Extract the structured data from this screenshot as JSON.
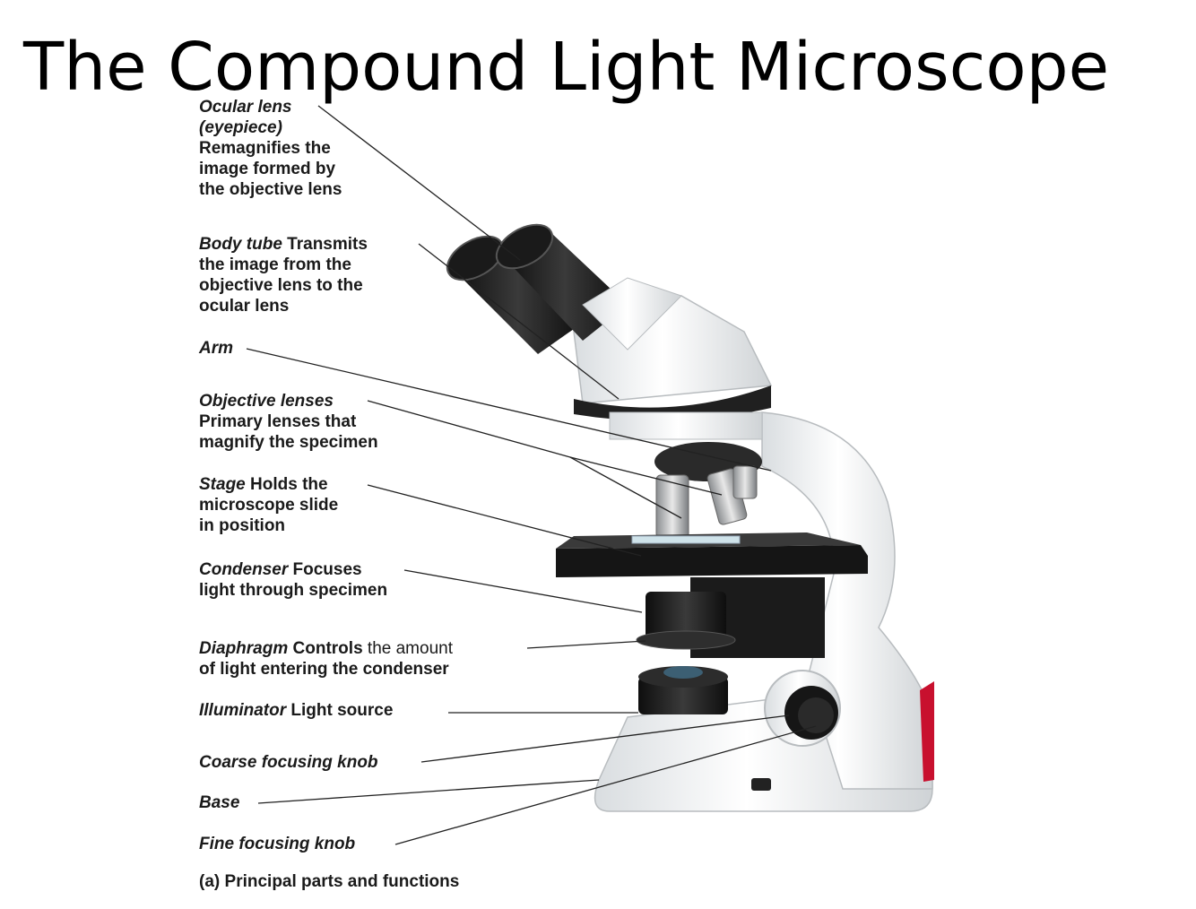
{
  "title": "The Compound Light Microscope",
  "labels": {
    "ocular": {
      "term": "Ocular lens",
      "alt": "(eyepiece)",
      "desc1": "Remagnifies the",
      "desc2": "image formed by",
      "desc3": "the objective lens"
    },
    "body_tube": {
      "term": "Body tube",
      "bold": "Transmits",
      "desc1": "the image from the",
      "desc2": "objective lens to the",
      "desc3": "ocular lens"
    },
    "arm": {
      "term": "Arm"
    },
    "objective": {
      "term": "Objective lenses",
      "desc1": "Primary lenses that",
      "desc2": "magnify the specimen"
    },
    "stage": {
      "term": "Stage",
      "bold": "Holds the",
      "desc1": "microscope slide",
      "desc2": "in position"
    },
    "condenser": {
      "term": "Condenser",
      "bold": "Focuses",
      "desc1": "light through specimen"
    },
    "diaphragm": {
      "term": "Diaphragm",
      "bold": "Controls",
      "rest": "the amount",
      "desc1": "of light entering the condenser"
    },
    "illuminator": {
      "term": "Illuminator",
      "rest": "Light source"
    },
    "coarse": {
      "term": "Coarse focusing knob"
    },
    "base": {
      "term": "Base"
    },
    "fine": {
      "term": "Fine focusing knob"
    }
  },
  "caption": {
    "letter": "(a)",
    "text": "Principal parts and functions"
  },
  "colors": {
    "body": "#f2f2f2",
    "dark": "#1c1c1c",
    "accent": "#c8102e",
    "leader": "#222222"
  }
}
